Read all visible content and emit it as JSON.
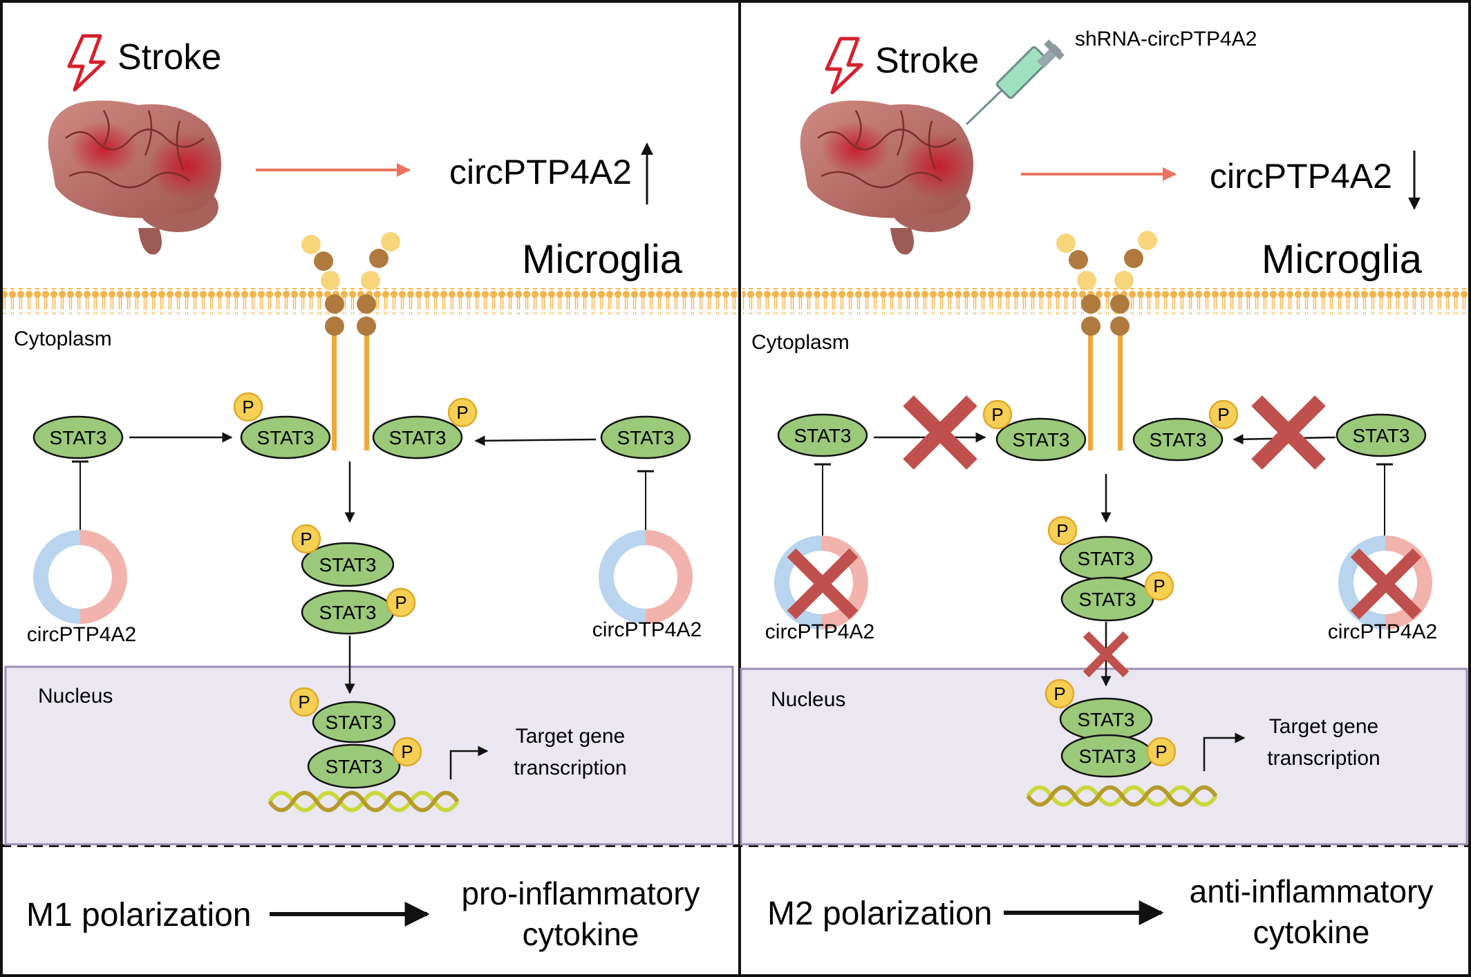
{
  "left": {
    "stroke_label": "Stroke",
    "circ_level_label": "circPTP4A2",
    "microglia_label": "Microglia",
    "cytoplasm_label": "Cytoplasm",
    "nucleus_label": "Nucleus",
    "stat_left": "STAT3",
    "stat_mid_left": "STAT3",
    "stat_mid_right": "STAT3",
    "stat_right": "STAT3",
    "dimer_top": "STAT3",
    "dimer_bottom": "STAT3",
    "nuc_dimer_top": "STAT3",
    "nuc_dimer_bottom": "STAT3",
    "circ_left_label": "circPTP4A2",
    "circ_right_label": "circPTP4A2",
    "target_line1": "Target gene",
    "target_line2": "transcription",
    "polarization": "M1 polarization",
    "cytokine_line1": "pro-inflammatory",
    "cytokine_line2": "cytokine"
  },
  "right": {
    "stroke_label": "Stroke",
    "shrna_label": "shRNA-circPTP4A2",
    "circ_level_label": "circPTP4A2",
    "microglia_label": "Microglia",
    "cytoplasm_label": "Cytoplasm",
    "nucleus_label": "Nucleus",
    "stat_left": "STAT3",
    "stat_mid_left": "STAT3",
    "stat_mid_right": "STAT3",
    "stat_right": "STAT3",
    "dimer_top": "STAT3",
    "dimer_bottom": "STAT3",
    "nuc_dimer_top": "STAT3",
    "nuc_dimer_bottom": "STAT3",
    "circ_left_label": "circPTP4A2",
    "circ_right_label": "circPTP4A2",
    "target_line1": "Target gene",
    "target_line2": "transcription",
    "polarization": "M2 polarization",
    "cytokine_line1": "anti-inflammatory",
    "cytokine_line2": "cytokine"
  },
  "phospho_label": "P",
  "colors": {
    "stat_fill": "#9bc97a",
    "phospho_fill": "#f6cf55",
    "membrane": "#f0b24d",
    "receptor": "#b07a3e",
    "nucleus_fill": "#ebe7f1",
    "inhibit_x": "#c0504d",
    "stroke_icon": "#d6202c",
    "circ_blue": "#b8d4ee",
    "circ_pink": "#f2b3ad",
    "arrow_red": "#e8735f"
  },
  "icons": [
    "lightning-icon",
    "brain-icon",
    "syringe-icon",
    "receptor-icon",
    "dna-icon",
    "circrna-icon",
    "inhibition-x-icon"
  ]
}
